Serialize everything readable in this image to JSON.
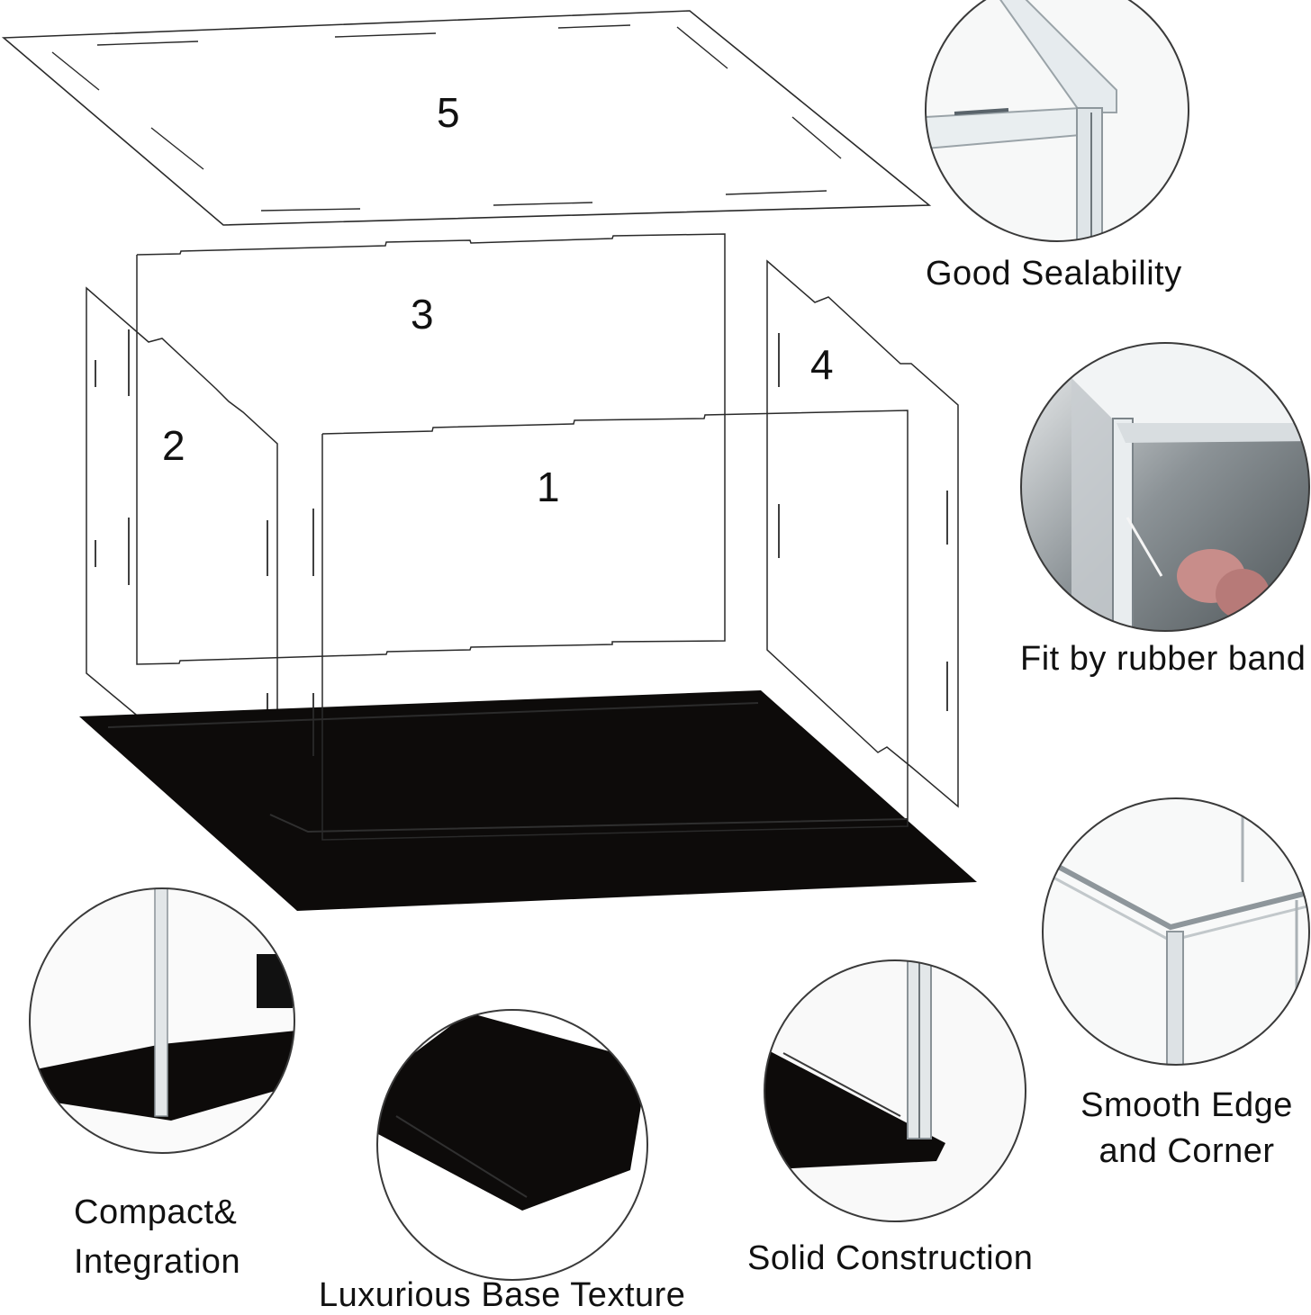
{
  "panels": [
    {
      "key": "front",
      "number": "1"
    },
    {
      "key": "left",
      "number": "2"
    },
    {
      "key": "back",
      "number": "3"
    },
    {
      "key": "right",
      "number": "4"
    },
    {
      "key": "top",
      "number": "5"
    }
  ],
  "features": {
    "sealability": "Good Sealability",
    "rubber_band": "Fit by rubber band",
    "smooth_line1": "Smooth Edge",
    "smooth_line2": "and Corner",
    "solid": "Solid Construction",
    "luxurious": "Luxurious Base Texture",
    "compact_line1": "Compact&",
    "compact_line2": "Integration"
  },
  "colors": {
    "base": "#0d0b0a",
    "outline": "#2a2a2a",
    "acrylic": "#d9dde0"
  }
}
